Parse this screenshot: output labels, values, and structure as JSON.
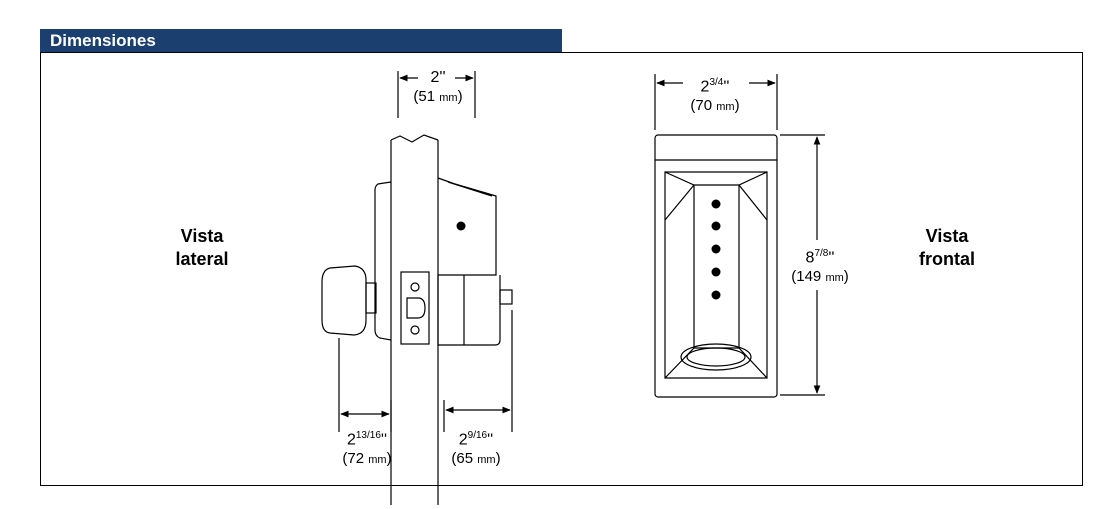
{
  "section": {
    "title": "Dimensiones"
  },
  "views": {
    "side_label_line1": "Vista",
    "side_label_line2": "lateral",
    "front_label_line1": "Vista",
    "front_label_line2": "frontal"
  },
  "dimensions": {
    "top_width": {
      "whole": "2",
      "unit": "''",
      "metric_value": "(51",
      "metric_unit": "mm",
      "metric_close": ")"
    },
    "front_width": {
      "whole": "2",
      "fraction": "3/4",
      "unit": "''",
      "metric_value": "(70",
      "metric_unit": "mm",
      "metric_close": ")"
    },
    "front_height": {
      "whole": "8",
      "fraction": "7/8",
      "unit": "''",
      "metric_value": "(149",
      "metric_unit": "mm",
      "metric_close": ")"
    },
    "left_depth": {
      "whole": "2",
      "fraction": "13/16",
      "unit": "''",
      "metric_value": "(72",
      "metric_unit": "mm",
      "metric_close": ")"
    },
    "right_depth": {
      "whole": "2",
      "fraction": "9/16",
      "unit": "''",
      "metric_value": "(65",
      "metric_unit": "mm",
      "metric_close": ")"
    }
  },
  "colors": {
    "header_bg": "#1b3f6e",
    "header_text": "#ffffff",
    "line": "#000000"
  }
}
